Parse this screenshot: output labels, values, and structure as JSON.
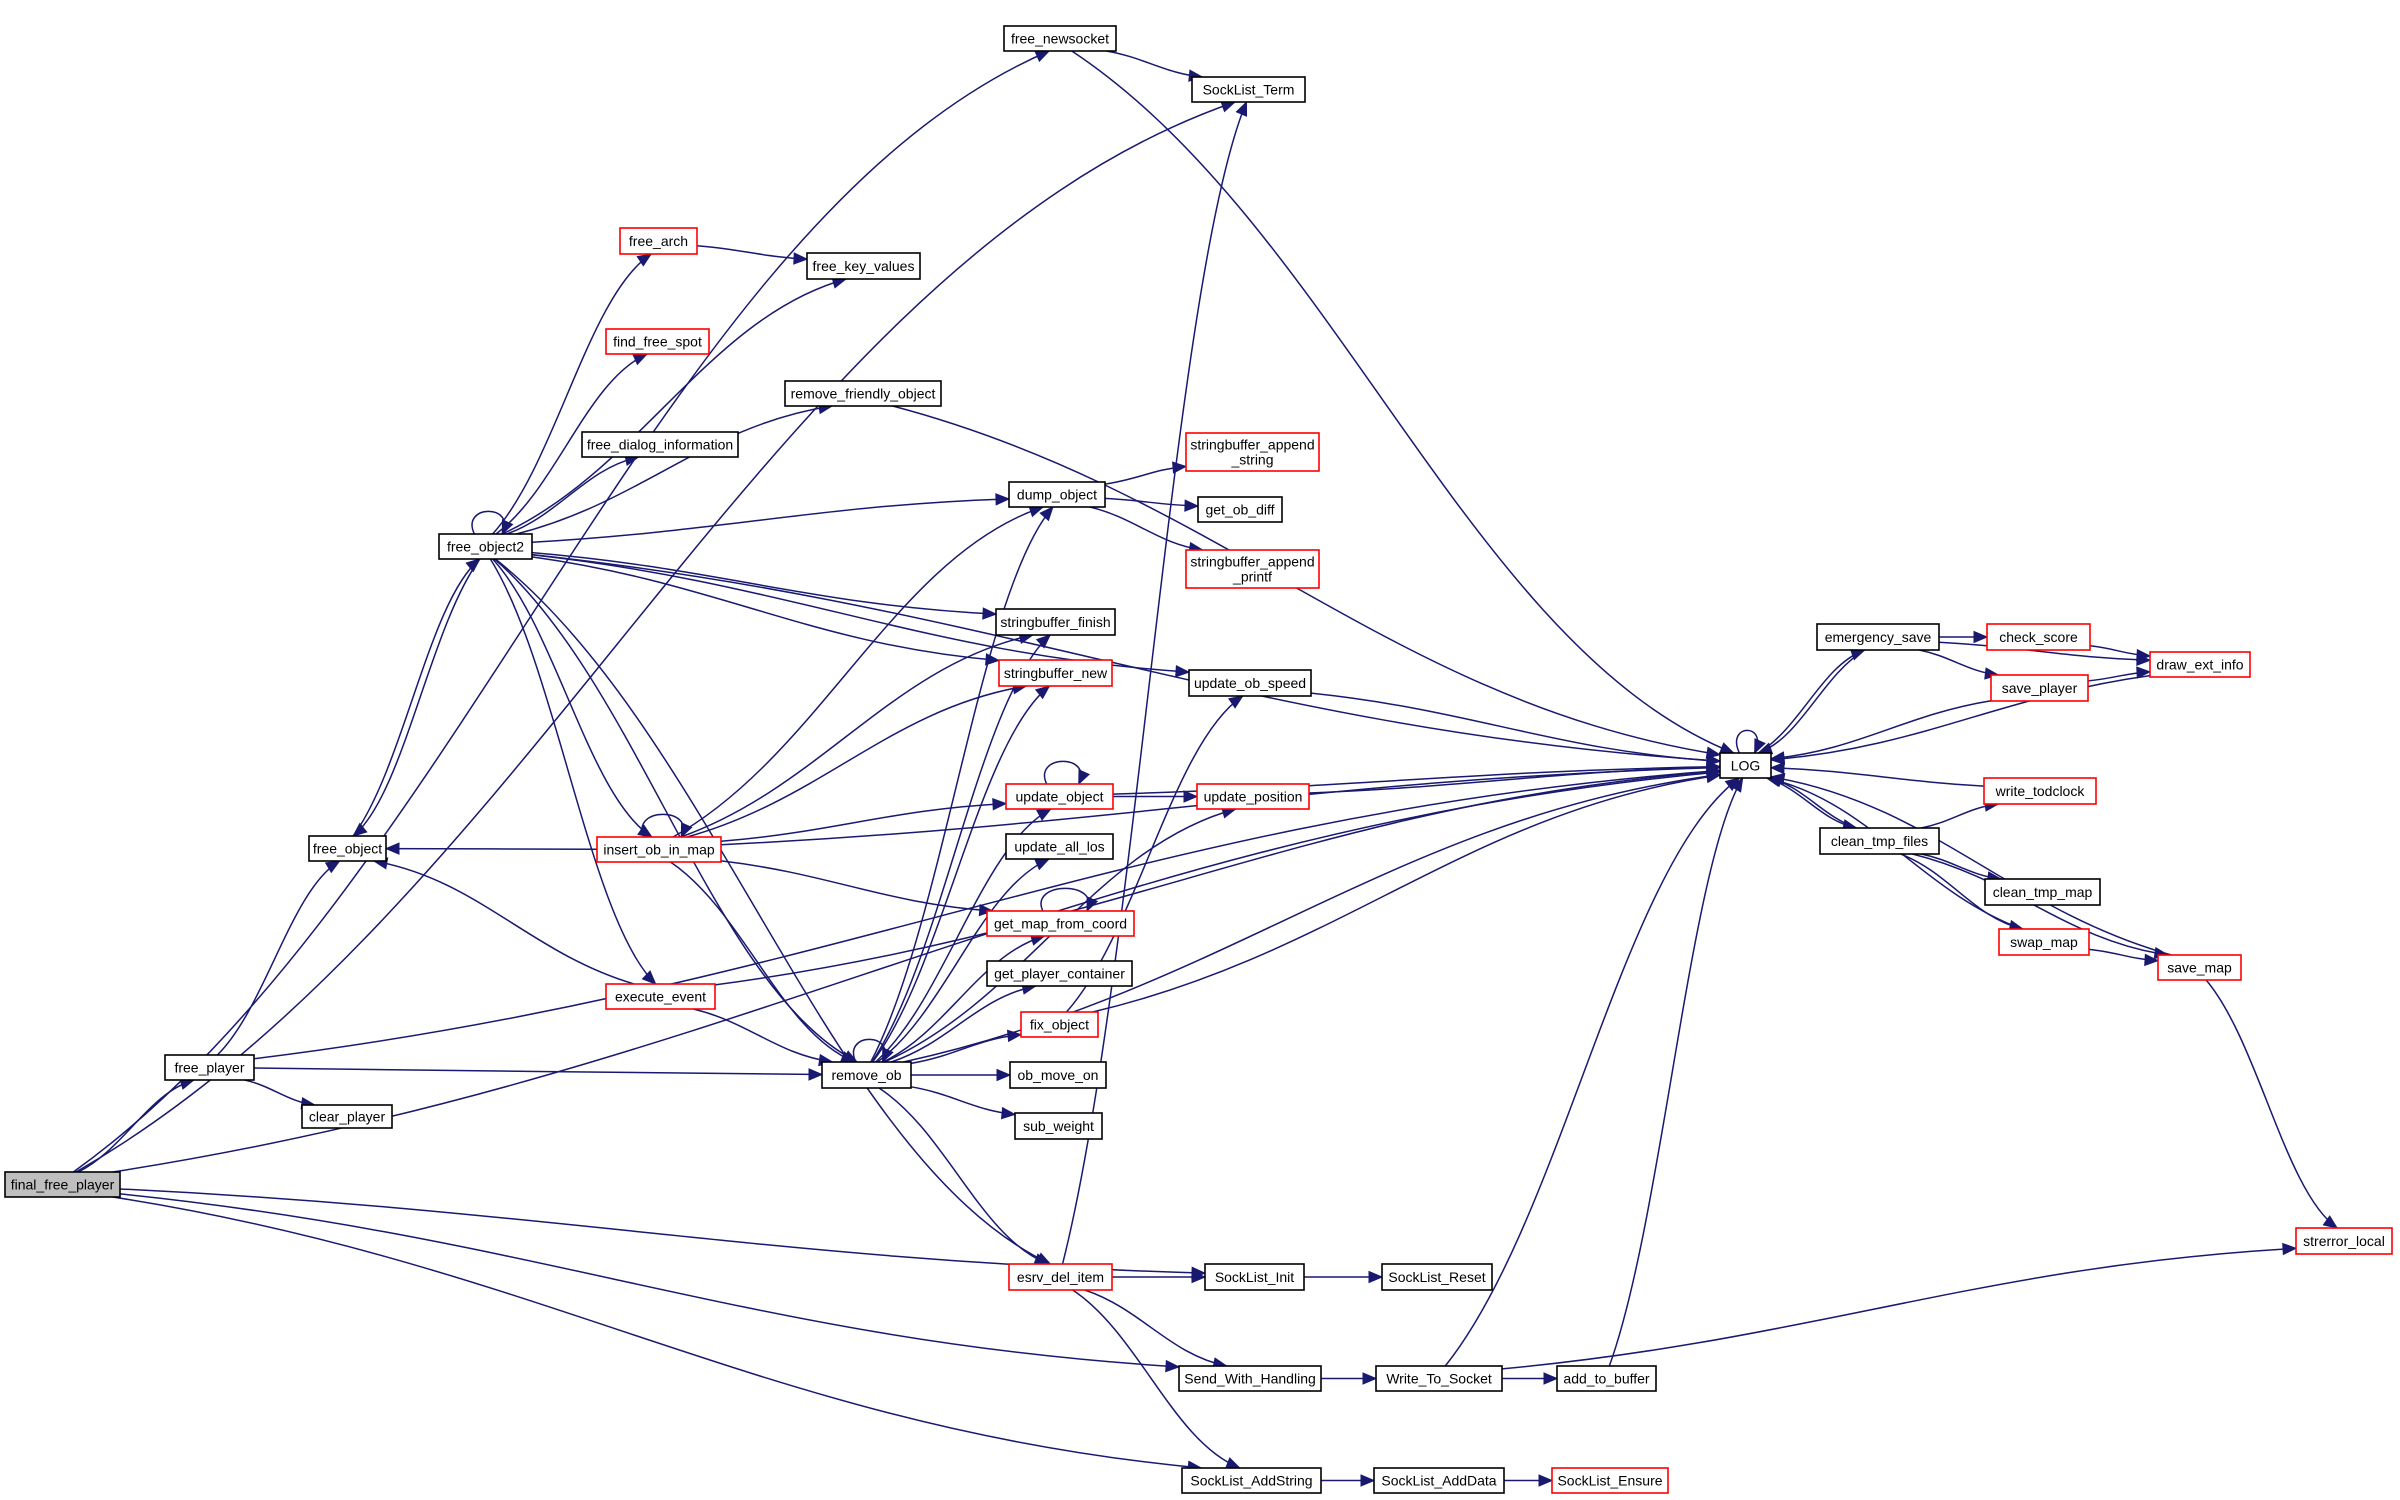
{
  "title": "final_free_player call graph",
  "colors": {
    "edge": "#191970",
    "node_border": "#000000",
    "node_border_truncated": "#ff0000",
    "root_fill": "#bfbfbf"
  },
  "nodes": [
    {
      "id": "final_free_player",
      "label": "final_free_player",
      "kind": "root"
    },
    {
      "id": "free_player",
      "label": "free_player",
      "kind": "normal"
    },
    {
      "id": "clear_player",
      "label": "clear_player",
      "kind": "normal"
    },
    {
      "id": "free_object",
      "label": "free_object",
      "kind": "normal"
    },
    {
      "id": "free_object2",
      "label": "free_object2",
      "kind": "normal"
    },
    {
      "id": "free_arch",
      "label": "free_arch",
      "kind": "red"
    },
    {
      "id": "free_key_values",
      "label": "free_key_values",
      "kind": "normal"
    },
    {
      "id": "find_free_spot",
      "label": "find_free_spot",
      "kind": "red"
    },
    {
      "id": "remove_friendly_object",
      "label": "remove_friendly_object",
      "kind": "normal"
    },
    {
      "id": "free_dialog_information",
      "label": "free_dialog_information",
      "kind": "normal"
    },
    {
      "id": "dump_object",
      "label": "dump_object",
      "kind": "normal"
    },
    {
      "id": "stringbuffer_append_string",
      "label": [
        "stringbuffer_append",
        "_string"
      ],
      "kind": "red"
    },
    {
      "id": "get_ob_diff",
      "label": "get_ob_diff",
      "kind": "normal"
    },
    {
      "id": "stringbuffer_append_printf",
      "label": [
        "stringbuffer_append",
        "_printf"
      ],
      "kind": "red"
    },
    {
      "id": "stringbuffer_finish",
      "label": "stringbuffer_finish",
      "kind": "normal"
    },
    {
      "id": "stringbuffer_new",
      "label": "stringbuffer_new",
      "kind": "red"
    },
    {
      "id": "update_ob_speed",
      "label": "update_ob_speed",
      "kind": "normal"
    },
    {
      "id": "insert_ob_in_map",
      "label": "insert_ob_in_map",
      "kind": "red"
    },
    {
      "id": "update_object",
      "label": "update_object",
      "kind": "red"
    },
    {
      "id": "update_position",
      "label": "update_position",
      "kind": "red"
    },
    {
      "id": "update_all_los",
      "label": "update_all_los",
      "kind": "normal"
    },
    {
      "id": "get_map_from_coord",
      "label": "get_map_from_coord",
      "kind": "red"
    },
    {
      "id": "get_player_container",
      "label": "get_player_container",
      "kind": "normal"
    },
    {
      "id": "fix_object",
      "label": "fix_object",
      "kind": "red"
    },
    {
      "id": "ob_move_on",
      "label": "ob_move_on",
      "kind": "normal"
    },
    {
      "id": "sub_weight",
      "label": "sub_weight",
      "kind": "normal"
    },
    {
      "id": "remove_ob",
      "label": "remove_ob",
      "kind": "normal"
    },
    {
      "id": "execute_event",
      "label": "execute_event",
      "kind": "red"
    },
    {
      "id": "esrv_del_item",
      "label": "esrv_del_item",
      "kind": "red"
    },
    {
      "id": "SockList_Init",
      "label": "SockList_Init",
      "kind": "normal"
    },
    {
      "id": "SockList_Reset",
      "label": "SockList_Reset",
      "kind": "normal"
    },
    {
      "id": "Send_With_Handling",
      "label": "Send_With_Handling",
      "kind": "normal"
    },
    {
      "id": "Write_To_Socket",
      "label": "Write_To_Socket",
      "kind": "normal"
    },
    {
      "id": "add_to_buffer",
      "label": "add_to_buffer",
      "kind": "normal"
    },
    {
      "id": "SockList_AddString",
      "label": "SockList_AddString",
      "kind": "normal"
    },
    {
      "id": "SockList_AddData",
      "label": "SockList_AddData",
      "kind": "normal"
    },
    {
      "id": "SockList_Ensure",
      "label": "SockList_Ensure",
      "kind": "red"
    },
    {
      "id": "free_newsocket",
      "label": "free_newsocket",
      "kind": "normal"
    },
    {
      "id": "SockList_Term",
      "label": "SockList_Term",
      "kind": "normal"
    },
    {
      "id": "LOG",
      "label": "LOG",
      "kind": "normal"
    },
    {
      "id": "emergency_save",
      "label": "emergency_save",
      "kind": "normal"
    },
    {
      "id": "check_score",
      "label": "check_score",
      "kind": "red"
    },
    {
      "id": "draw_ext_info",
      "label": "draw_ext_info",
      "kind": "red"
    },
    {
      "id": "save_player",
      "label": "save_player",
      "kind": "red"
    },
    {
      "id": "write_todclock",
      "label": "write_todclock",
      "kind": "red"
    },
    {
      "id": "clean_tmp_files",
      "label": "clean_tmp_files",
      "kind": "normal"
    },
    {
      "id": "clean_tmp_map",
      "label": "clean_tmp_map",
      "kind": "normal"
    },
    {
      "id": "swap_map",
      "label": "swap_map",
      "kind": "red"
    },
    {
      "id": "save_map",
      "label": "save_map",
      "kind": "red"
    },
    {
      "id": "strerror_local",
      "label": "strerror_local",
      "kind": "red"
    }
  ],
  "edges": [
    [
      "final_free_player",
      "free_newsocket"
    ],
    [
      "final_free_player",
      "SockList_Term"
    ],
    [
      "final_free_player",
      "LOG"
    ],
    [
      "final_free_player",
      "free_player"
    ],
    [
      "final_free_player",
      "SockList_Init"
    ],
    [
      "final_free_player",
      "Send_With_Handling"
    ],
    [
      "final_free_player",
      "SockList_AddString"
    ],
    [
      "free_player",
      "free_object"
    ],
    [
      "free_player",
      "clear_player"
    ],
    [
      "free_player",
      "remove_ob"
    ],
    [
      "free_player",
      "LOG"
    ],
    [
      "free_object",
      "free_object2"
    ],
    [
      "free_object2",
      "free_object"
    ],
    [
      "free_object2",
      "free_object2"
    ],
    [
      "free_object2",
      "free_arch"
    ],
    [
      "free_object2",
      "free_key_values"
    ],
    [
      "free_object2",
      "find_free_spot"
    ],
    [
      "free_object2",
      "remove_friendly_object"
    ],
    [
      "free_object2",
      "free_dialog_information"
    ],
    [
      "free_object2",
      "dump_object"
    ],
    [
      "free_object2",
      "stringbuffer_finish"
    ],
    [
      "free_object2",
      "stringbuffer_new"
    ],
    [
      "free_object2",
      "update_ob_speed"
    ],
    [
      "free_object2",
      "insert_ob_in_map"
    ],
    [
      "free_object2",
      "remove_ob"
    ],
    [
      "free_object2",
      "execute_event"
    ],
    [
      "free_object2",
      "esrv_del_item"
    ],
    [
      "free_object2",
      "LOG"
    ],
    [
      "free_arch",
      "free_key_values"
    ],
    [
      "remove_friendly_object",
      "LOG"
    ],
    [
      "dump_object",
      "stringbuffer_append_string"
    ],
    [
      "dump_object",
      "get_ob_diff"
    ],
    [
      "dump_object",
      "stringbuffer_append_printf"
    ],
    [
      "insert_ob_in_map",
      "free_object"
    ],
    [
      "insert_ob_in_map",
      "insert_ob_in_map"
    ],
    [
      "insert_ob_in_map",
      "dump_object"
    ],
    [
      "insert_ob_in_map",
      "stringbuffer_finish"
    ],
    [
      "insert_ob_in_map",
      "stringbuffer_new"
    ],
    [
      "insert_ob_in_map",
      "LOG"
    ],
    [
      "insert_ob_in_map",
      "update_object"
    ],
    [
      "insert_ob_in_map",
      "get_map_from_coord"
    ],
    [
      "insert_ob_in_map",
      "remove_ob"
    ],
    [
      "execute_event",
      "free_object"
    ],
    [
      "execute_event",
      "remove_ob"
    ],
    [
      "execute_event",
      "LOG"
    ],
    [
      "remove_ob",
      "remove_ob"
    ],
    [
      "remove_ob",
      "dump_object"
    ],
    [
      "remove_ob",
      "stringbuffer_finish"
    ],
    [
      "remove_ob",
      "stringbuffer_new"
    ],
    [
      "remove_ob",
      "update_object"
    ],
    [
      "remove_ob",
      "update_all_los"
    ],
    [
      "remove_ob",
      "get_map_from_coord"
    ],
    [
      "remove_ob",
      "get_player_container"
    ],
    [
      "remove_ob",
      "fix_object"
    ],
    [
      "remove_ob",
      "ob_move_on"
    ],
    [
      "remove_ob",
      "sub_weight"
    ],
    [
      "remove_ob",
      "update_position"
    ],
    [
      "remove_ob",
      "esrv_del_item"
    ],
    [
      "remove_ob",
      "LOG"
    ],
    [
      "update_ob_speed",
      "LOG"
    ],
    [
      "update_object",
      "update_object"
    ],
    [
      "update_object",
      "update_position"
    ],
    [
      "update_object",
      "LOG"
    ],
    [
      "update_position",
      "LOG"
    ],
    [
      "get_map_from_coord",
      "get_map_from_coord"
    ],
    [
      "fix_object",
      "update_ob_speed"
    ],
    [
      "fix_object",
      "LOG"
    ],
    [
      "esrv_del_item",
      "SockList_Term"
    ],
    [
      "esrv_del_item",
      "SockList_Init"
    ],
    [
      "esrv_del_item",
      "Send_With_Handling"
    ],
    [
      "esrv_del_item",
      "SockList_AddString"
    ],
    [
      "SockList_Init",
      "SockList_Reset"
    ],
    [
      "Send_With_Handling",
      "Write_To_Socket"
    ],
    [
      "Write_To_Socket",
      "add_to_buffer"
    ],
    [
      "Write_To_Socket",
      "LOG"
    ],
    [
      "Write_To_Socket",
      "strerror_local"
    ],
    [
      "add_to_buffer",
      "LOG"
    ],
    [
      "SockList_AddString",
      "SockList_AddData"
    ],
    [
      "SockList_AddData",
      "SockList_Ensure"
    ],
    [
      "free_newsocket",
      "SockList_Term"
    ],
    [
      "free_newsocket",
      "LOG"
    ],
    [
      "LOG",
      "LOG"
    ],
    [
      "LOG",
      "emergency_save"
    ],
    [
      "LOG",
      "clean_tmp_files"
    ],
    [
      "emergency_save",
      "LOG"
    ],
    [
      "emergency_save",
      "check_score"
    ],
    [
      "emergency_save",
      "save_player"
    ],
    [
      "emergency_save",
      "draw_ext_info"
    ],
    [
      "check_score",
      "draw_ext_info"
    ],
    [
      "save_player",
      "draw_ext_info"
    ],
    [
      "save_player",
      "LOG"
    ],
    [
      "draw_ext_info",
      "LOG"
    ],
    [
      "write_todclock",
      "LOG"
    ],
    [
      "clean_tmp_files",
      "LOG"
    ],
    [
      "clean_tmp_files",
      "write_todclock"
    ],
    [
      "clean_tmp_files",
      "clean_tmp_map"
    ],
    [
      "clean_tmp_files",
      "swap_map"
    ],
    [
      "clean_tmp_files",
      "save_map"
    ],
    [
      "swap_map",
      "LOG"
    ],
    [
      "swap_map",
      "save_map"
    ],
    [
      "save_map",
      "LOG"
    ],
    [
      "save_map",
      "strerror_local"
    ]
  ]
}
